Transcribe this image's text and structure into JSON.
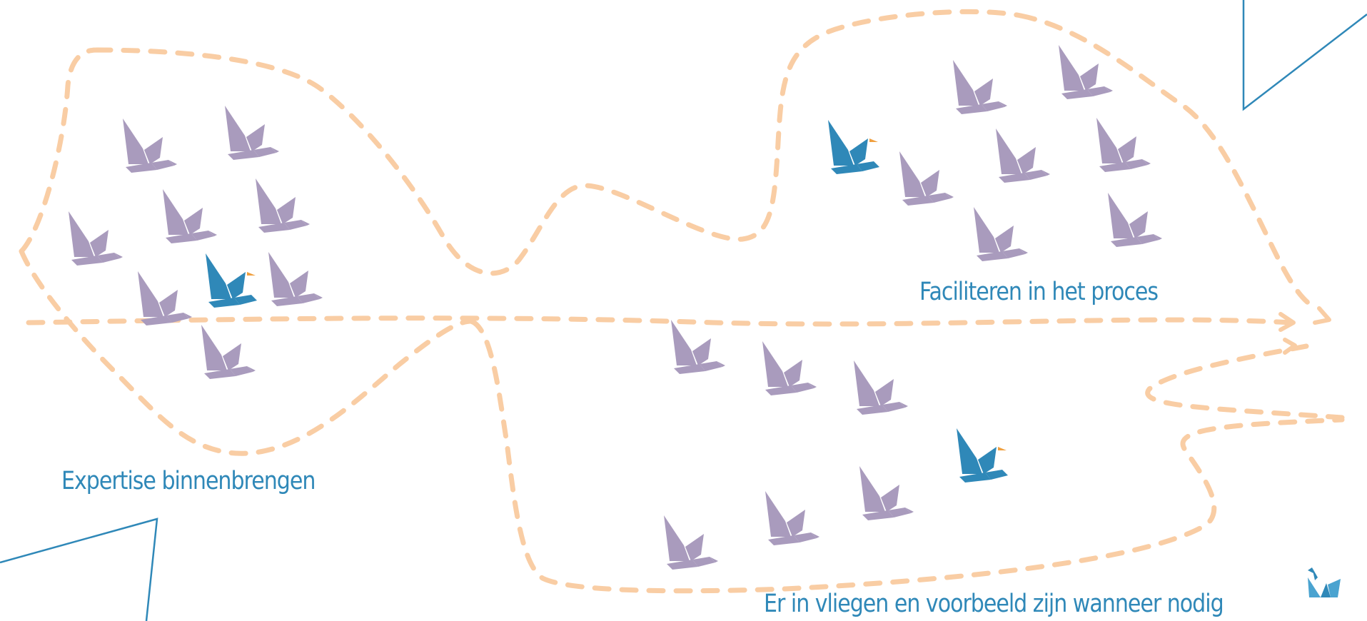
{
  "labels": {
    "facilitate": "Faciliteren in het proces",
    "expertise": "Expertise binnenbrengen",
    "fly_example": "Er in vliegen en voorbeeld zijn wanneer nodig"
  },
  "icons": {
    "bird": "goose-icon",
    "leader_bird": "leader-goose-icon",
    "logo": "origami-bird-logo-icon"
  },
  "colors": {
    "path": "#f9cda4",
    "bird": "#a99bbd",
    "leader": "#2f88b8",
    "beak": "#f0a040",
    "text": "#2f88b8",
    "accent_line": "#2f88b8"
  }
}
